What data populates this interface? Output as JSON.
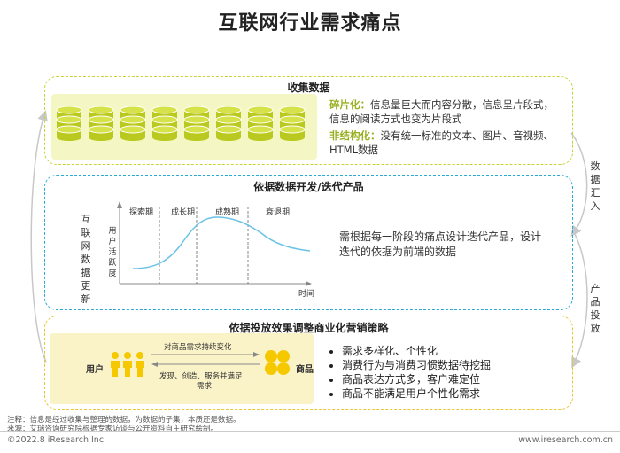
{
  "title": "互联网行业需求痛点",
  "section1": {
    "title": "收集数据",
    "line1_key": "碎片化：",
    "line1_text": "信息量巨大而内容分散，信息呈片段式，",
    "line1_cont": "信息的阅读方式也变为片段式",
    "line2_key": "非结构化：",
    "line2_text": "没有统一标准的文本、图片、音视频、",
    "line2_cont": "HTML数据"
  },
  "section2": {
    "title": "依据数据开发/迭代产品",
    "left_label": "互联网数据更新",
    "y_label": "用户活跃度",
    "x_label": "时间",
    "phases": [
      "探索期",
      "成长期",
      "成熟期",
      "衰退期"
    ],
    "desc_line1": "需根据每一阶段的痛点设计迭代产品，设计",
    "desc_line2": "迭代的依据为前端的数据"
  },
  "section3": {
    "title": "依据投放效果调整商业化营销策略",
    "user_label": "用户",
    "product_label": "商品",
    "arrow_top": "对商品需求持续变化",
    "arrow_bottom_1": "发现、创造、服务并满足",
    "arrow_bottom_2": "需求",
    "bullets": [
      "需求多样化、个性化",
      "消费行为与消费习惯数据待挖掘",
      "商品表达方式多，客户难定位",
      "商品不能满足用户个性化需求"
    ]
  },
  "side_right_top": "数据汇入",
  "side_right_bottom": "产品投放",
  "note1": "注释：信息是经过收集与整理的数据，为数据的子集，本质还是数据。",
  "note2": "来源：艾瑞咨询研究院根据专家访谈与公开资料自主研究绘制。",
  "footer_left": "©2022.8 iResearch Inc.",
  "footer_right": "www.iresearch.com.cn",
  "colors": {
    "lime": "#b9c91f",
    "blue": "#29a9d6",
    "yellow": "#f5c800",
    "gray_arrow": "#c8c8c8"
  }
}
